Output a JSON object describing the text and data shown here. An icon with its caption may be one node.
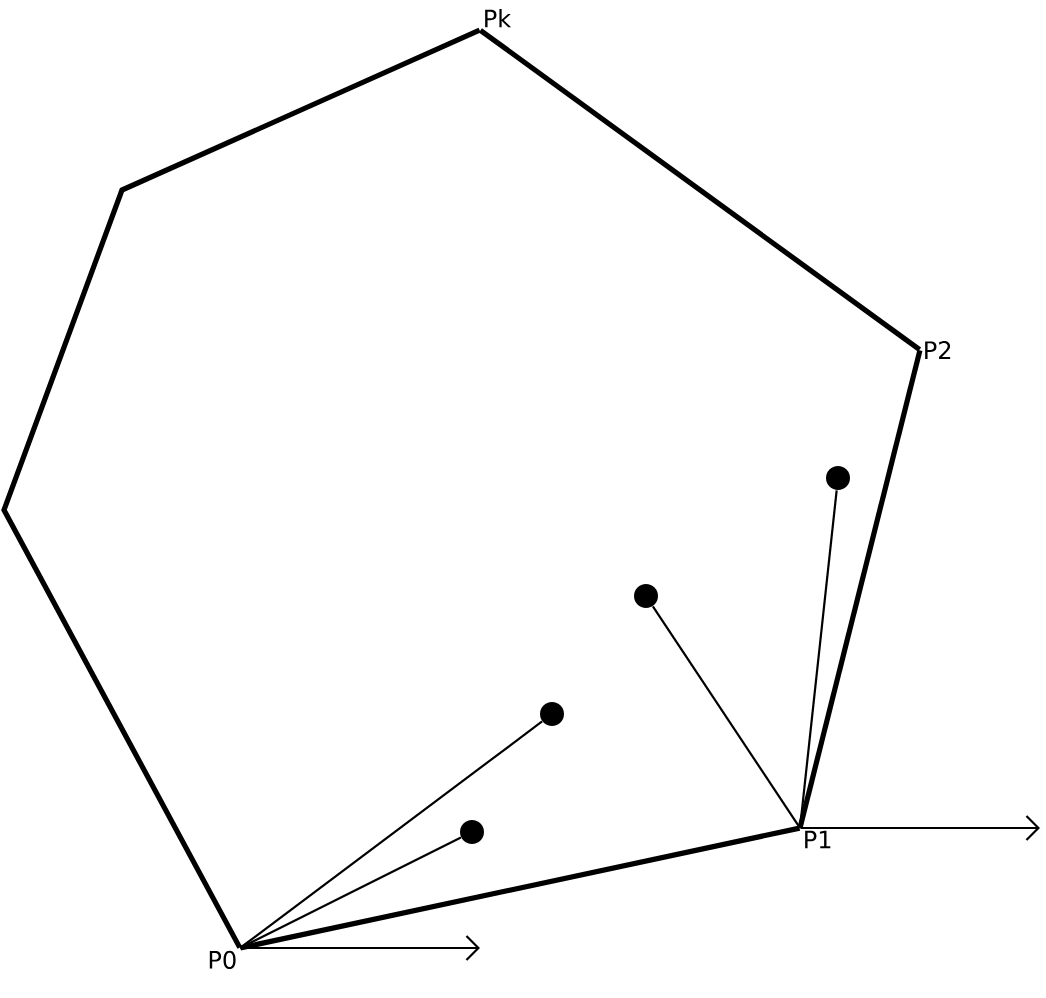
{
  "diagram": {
    "nodes": [
      {
        "text": [
          "Pk"
        ]
      },
      {
        "text": [
          "P2"
        ]
      },
      {
        "text": [],
        "shape": "circle"
      },
      {
        "text": [],
        "shape": "circle"
      },
      {
        "text": [],
        "shape": "circle"
      },
      {
        "text": [
          "P1"
        ]
      },
      {
        "text": [],
        "shape": "circle"
      },
      {
        "text": [
          "P0"
        ]
      }
    ],
    "edges": [
      {
        "from": 7,
        "to": 5,
        "arrow": "none",
        "style": "thick"
      },
      {
        "from": 5,
        "to": 1,
        "arrow": "none",
        "style": "thick"
      },
      {
        "from": 1,
        "to": 0,
        "arrow": "none",
        "style": "thick"
      },
      {
        "from": 0,
        "to": 7,
        "arrow": "none",
        "style": "thick"
      },
      {
        "from": 7,
        "to": 6,
        "arrow": "none"
      },
      {
        "from": 7,
        "to": 4,
        "arrow": "none"
      },
      {
        "from": 5,
        "to": 3,
        "arrow": "none"
      },
      {
        "from": 5,
        "to": 2,
        "arrow": "none"
      },
      {
        "from": 7,
        "to": null,
        "arrow": "to"
      },
      {
        "from": 5,
        "to": null,
        "arrow": "to"
      }
    ]
  }
}
